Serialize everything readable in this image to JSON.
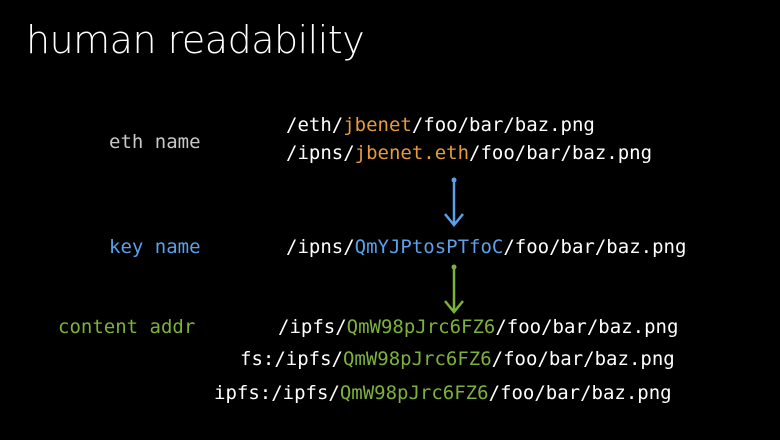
{
  "title": "human readability",
  "colors": {
    "background": "#000000",
    "text": "#ffffff",
    "label_gray": "#c8c8c8",
    "eth_orange": "#e49b3c",
    "key_blue": "#5ba0e8",
    "content_green": "#7db23a"
  },
  "groups": {
    "eth": {
      "label": "eth name",
      "paths": [
        {
          "prefix": "/eth/",
          "highlight": "jbenet",
          "suffix": "/foo/bar/baz.png"
        },
        {
          "prefix": "/ipns/",
          "highlight": "jbenet.eth",
          "suffix": "/foo/bar/baz.png"
        }
      ]
    },
    "key": {
      "label": "key name",
      "paths": [
        {
          "prefix": "/ipns/",
          "highlight": "QmYJPtosPTfoC",
          "suffix": "/foo/bar/baz.png"
        }
      ]
    },
    "content": {
      "label": "content addr",
      "paths": [
        {
          "prefix": "/ipfs/",
          "highlight": "QmW98pJrc6FZ6",
          "suffix": "/foo/bar/baz.png"
        },
        {
          "prefix": "fs:/ipfs/",
          "highlight": "QmW98pJrc6FZ6",
          "suffix": "/foo/bar/baz.png"
        },
        {
          "prefix": "ipfs:/ipfs/",
          "highlight": "QmW98pJrc6FZ6",
          "suffix": "/foo/bar/baz.png"
        }
      ]
    }
  },
  "icons": {
    "arrow_eth_to_key": "arrow-down-icon",
    "arrow_key_to_content": "arrow-down-icon"
  }
}
